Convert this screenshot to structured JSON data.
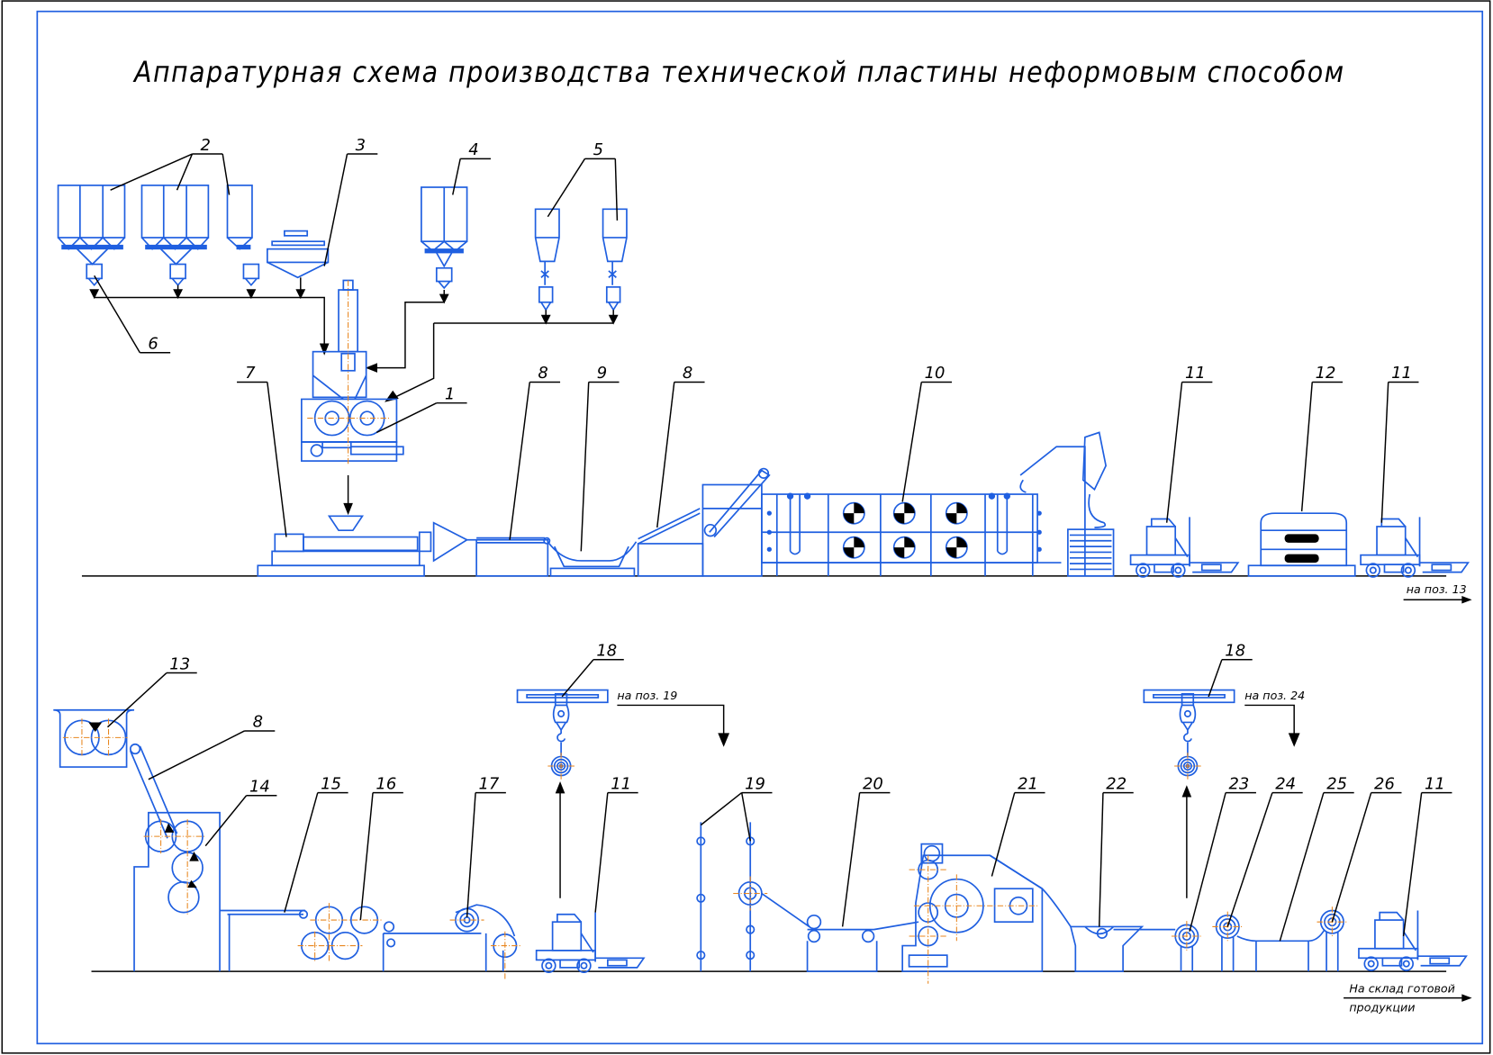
{
  "title": "Аппаратурная схема производства технической пластины неформовым способом",
  "callouts": [
    "2",
    "3",
    "4",
    "5",
    "6",
    "7",
    "8",
    "9",
    "8",
    "10",
    "11",
    "12",
    "11",
    "1",
    "13",
    "8",
    "14",
    "15",
    "16",
    "17",
    "18",
    "11",
    "19",
    "20",
    "21",
    "22",
    "18",
    "23",
    "24",
    "25",
    "26",
    "11"
  ],
  "notes": {
    "to_pos13": "на поз. 13",
    "to_pos19": "на поз. 19",
    "to_pos24": "на поз. 24",
    "warehouse_line1": "На склад готовой",
    "warehouse_line2": "продукции"
  },
  "colors": {
    "equipment": "#1f5fe0",
    "axis_lines": "#e8861e",
    "text": "#000000"
  }
}
